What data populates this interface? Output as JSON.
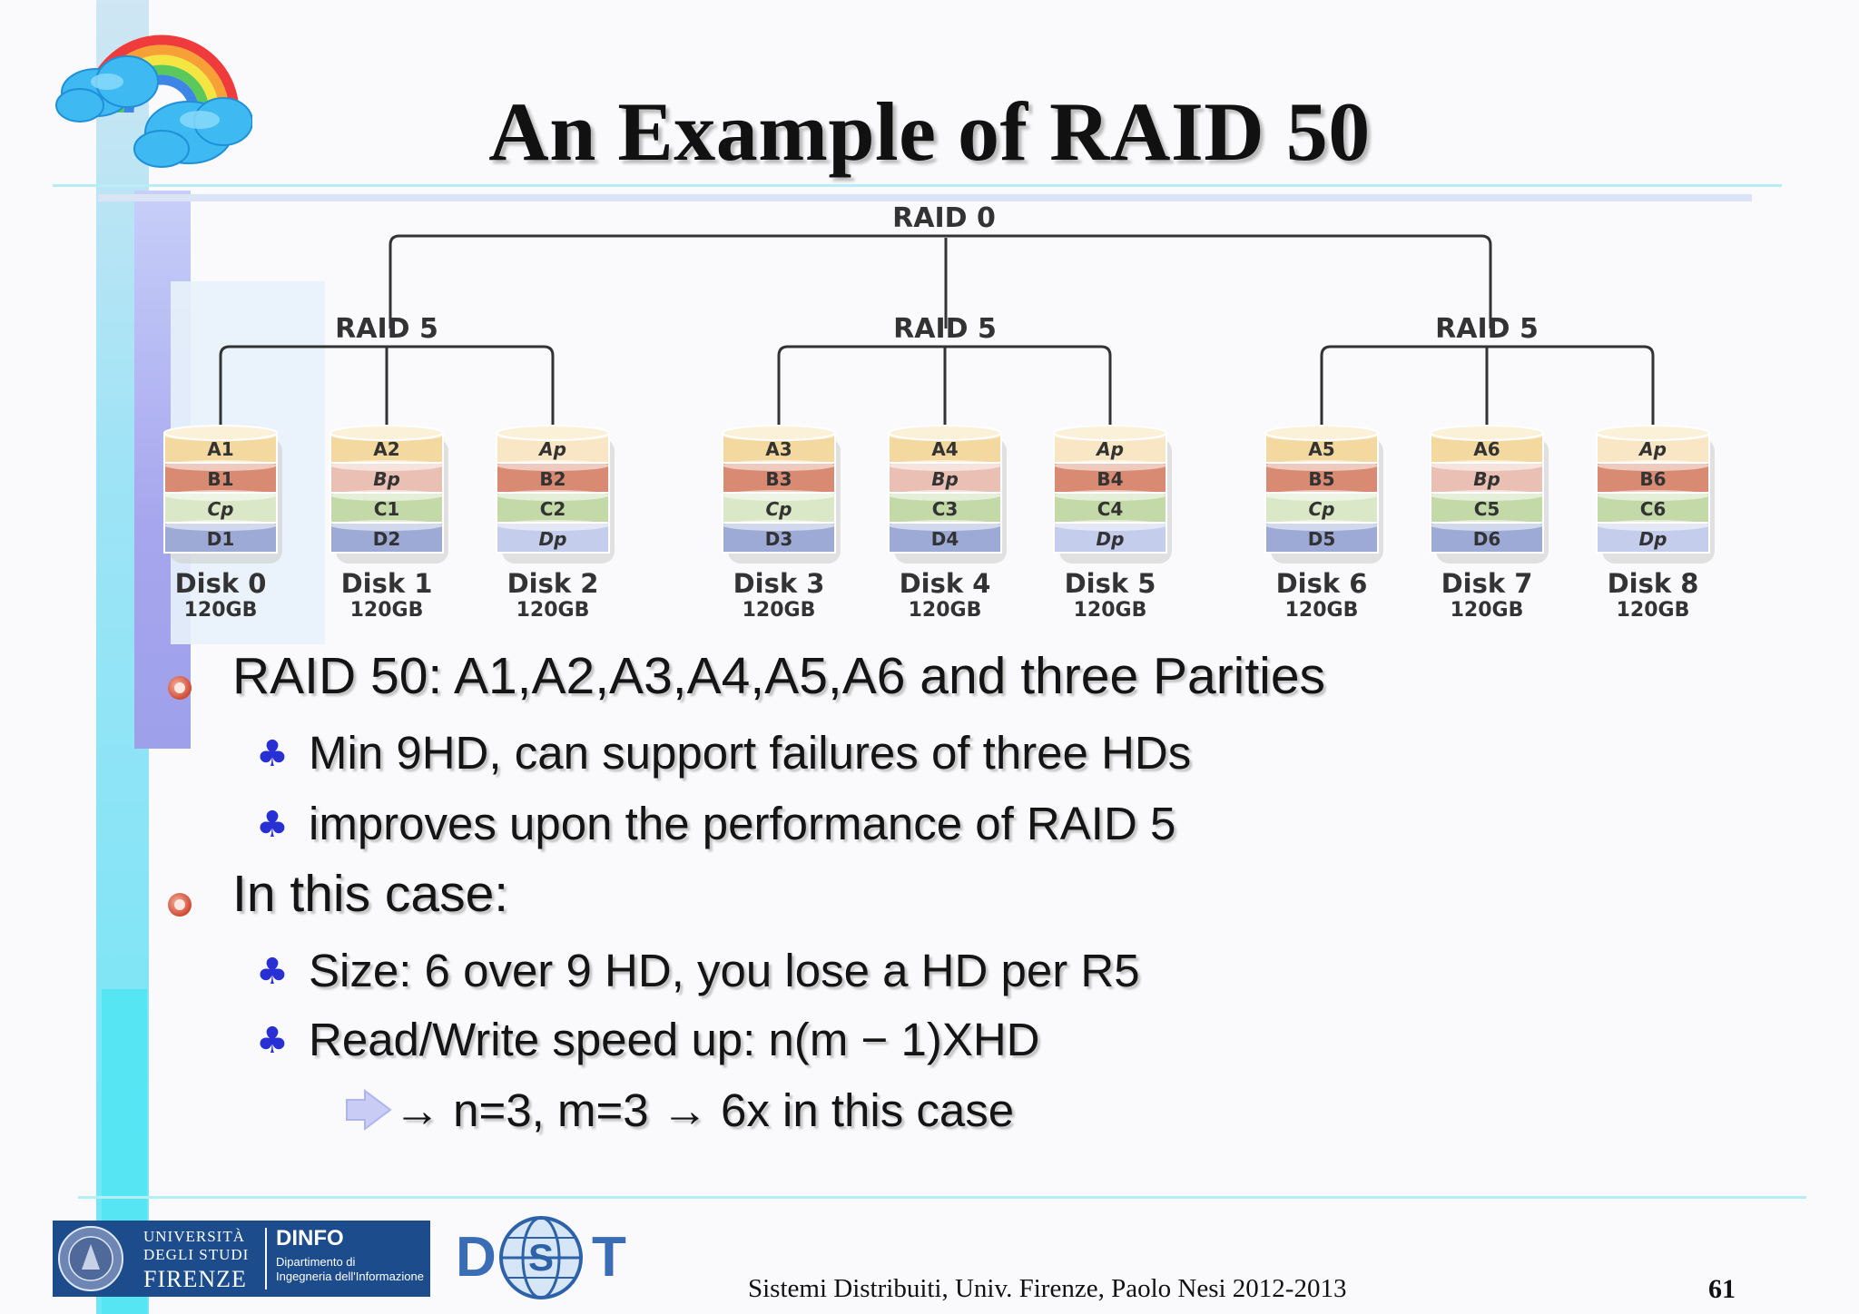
{
  "title": "An Example of RAID 50",
  "diagram": {
    "top_label": "RAID 0",
    "groups": [
      {
        "label": "RAID 5"
      },
      {
        "label": "RAID 5"
      },
      {
        "label": "RAID 5"
      }
    ],
    "disks": [
      {
        "name": "Disk 0",
        "size": "120GB",
        "blocks": [
          "A1",
          "B1",
          "Cp",
          "D1"
        ]
      },
      {
        "name": "Disk 1",
        "size": "120GB",
        "blocks": [
          "A2",
          "Bp",
          "C1",
          "D2"
        ]
      },
      {
        "name": "Disk 2",
        "size": "120GB",
        "blocks": [
          "Ap",
          "B2",
          "C2",
          "Dp"
        ]
      },
      {
        "name": "Disk 3",
        "size": "120GB",
        "blocks": [
          "A3",
          "B3",
          "Cp",
          "D3"
        ]
      },
      {
        "name": "Disk 4",
        "size": "120GB",
        "blocks": [
          "A4",
          "Bp",
          "C3",
          "D4"
        ]
      },
      {
        "name": "Disk 5",
        "size": "120GB",
        "blocks": [
          "Ap",
          "B4",
          "C4",
          "Dp"
        ]
      },
      {
        "name": "Disk 6",
        "size": "120GB",
        "blocks": [
          "A5",
          "B5",
          "Cp",
          "D5"
        ]
      },
      {
        "name": "Disk 7",
        "size": "120GB",
        "blocks": [
          "A6",
          "Bp",
          "C5",
          "D6"
        ]
      },
      {
        "name": "Disk 8",
        "size": "120GB",
        "blocks": [
          "Ap",
          "B6",
          "C6",
          "Dp"
        ]
      }
    ],
    "colors": {
      "A": "#f3d9a0",
      "A_parity": "#f8e6c4",
      "B": "#d98a72",
      "B_parity": "#ebc0b4",
      "C": "#c3d9a8",
      "C_parity": "#dbe8c8",
      "D": "#9daad6",
      "D_parity": "#c4cdeb"
    }
  },
  "bullets": [
    {
      "text": "RAID 50: A1,A2,A3,A4,A5,A6 and three Parities",
      "sub": [
        "Min 9HD, can support failures of three HDs",
        "improves upon the performance of RAID 5"
      ]
    },
    {
      "text": "In this case:",
      "sub": [
        "Size: 6 over 9 HD, you lose a HD per R5",
        "Read/Write speed up: n(m − 1)XHD"
      ]
    }
  ],
  "subsub": "→ n=3, m=3 → 6x in this case",
  "footer": {
    "univ_line1": "UNIVERSITÀ",
    "univ_line2": "DEGLI STUDI",
    "univ_line3": "FIRENZE",
    "dinfo_title": "DINFO",
    "dinfo_line1": "Dipartimento di",
    "dinfo_line2": "Ingegneria dell'Informazione",
    "disit_d": "D",
    "disit_t": "T",
    "course": "Sistemi Distribuiti, Univ. Firenze, Paolo Nesi 2012-2013",
    "page": "61"
  }
}
